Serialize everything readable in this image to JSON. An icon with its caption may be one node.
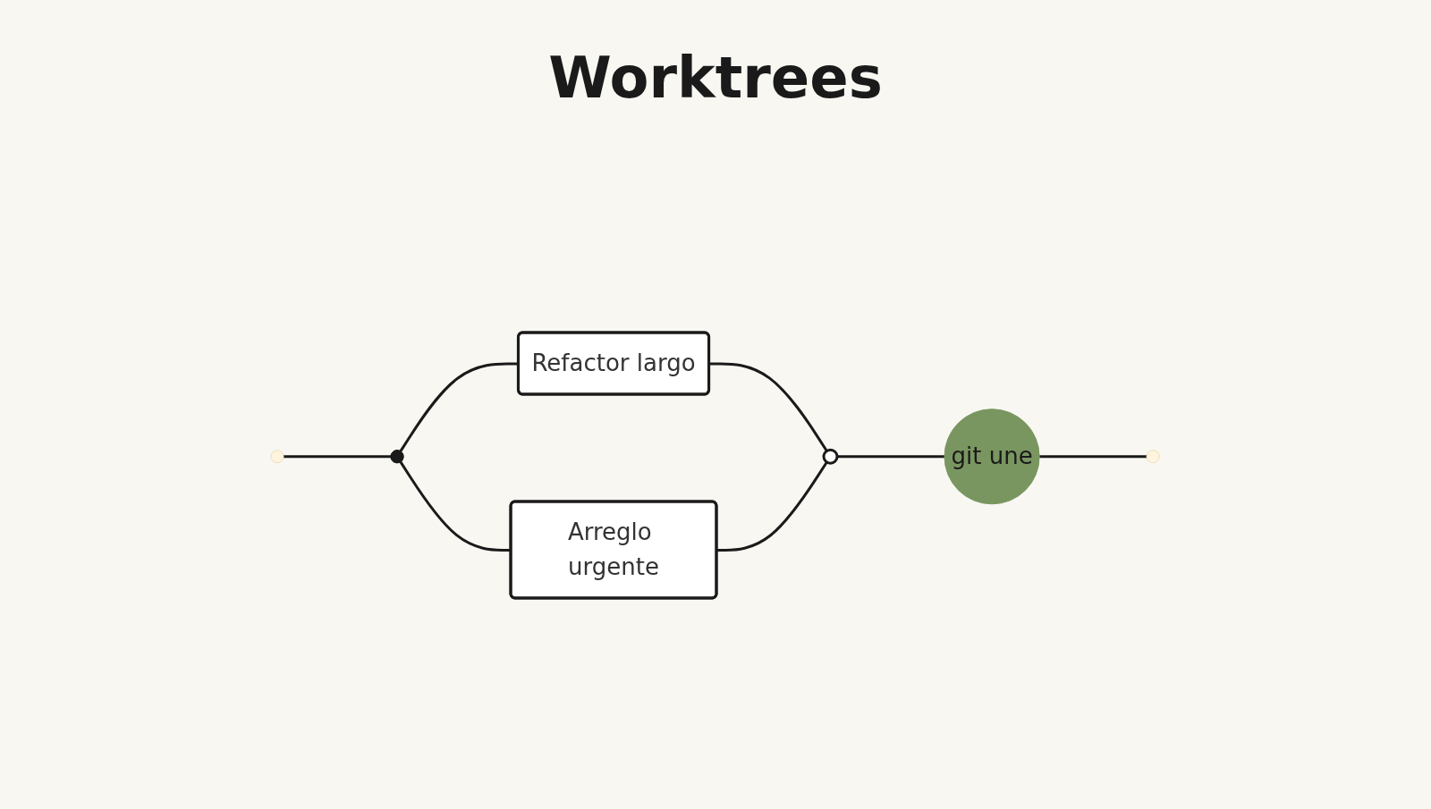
{
  "diagram": {
    "title": "Worktrees",
    "nodes": [
      {
        "text": [],
        "shape": "circle"
      },
      {
        "text": [
          "Refactor largo"
        ]
      },
      {
        "text": [
          "Arreglo urgente"
        ]
      },
      {
        "text": [],
        "shape": "circle"
      },
      {
        "text": [
          "git une"
        ]
      }
    ],
    "edges": [
      {
        "from": null,
        "to": 0,
        "arrow": "none"
      },
      {
        "from": 0,
        "to": 1,
        "arrow": "none"
      },
      {
        "from": 0,
        "to": 2,
        "arrow": "none"
      },
      {
        "from": 1,
        "to": 3,
        "arrow": "none"
      },
      {
        "from": 2,
        "to": 3,
        "arrow": "none"
      },
      {
        "from": 3,
        "to": 4,
        "arrow": "none"
      },
      {
        "from": 4,
        "to": null,
        "arrow": "none"
      }
    ]
  }
}
